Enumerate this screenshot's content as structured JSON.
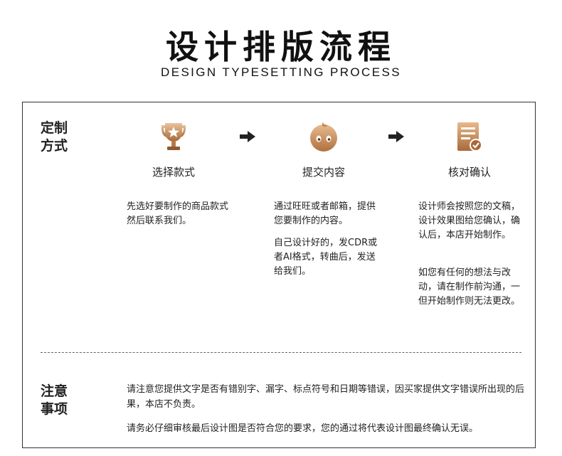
{
  "header": {
    "title": "设计排版流程",
    "subtitle": "DESIGN TYPESETTING PROCESS"
  },
  "custom_method": {
    "label_line1": "定制",
    "label_line2": "方式",
    "steps": [
      {
        "title": "选择款式",
        "icon": "trophy-icon",
        "paragraphs": [
          "先选好要制作的商品款式然后联系我们。"
        ]
      },
      {
        "title": "提交内容",
        "icon": "wangwang-chat-icon",
        "paragraphs": [
          "通过旺旺或者邮箱，提供您要制作的内容。",
          "自己设计好的，发CDR或者AI格式，转曲后，发送给我们。"
        ]
      },
      {
        "title": "核对确认",
        "icon": "clipboard-check-icon",
        "paragraphs": [
          "设计师会按照您的文稿，设计效果图给您确认，确认后，本店开始制作。",
          "如您有任何的想法与改动，请在制作前沟通，一但开始制作则无法更改。"
        ]
      }
    ]
  },
  "notes": {
    "label_line1": "注意",
    "label_line2": "事项",
    "items": [
      "请注意您提供文字是否有错别字、漏字、标点符号和日期等错误，因买家提供文字错误所出现的后果，本店不负责。",
      "请务必仔细审核最后设计图是否符合您的要求，您的通过将代表设计图最终确认无误。"
    ]
  },
  "colors": {
    "icon_gold_light": "#e3b58a",
    "icon_gold_dark": "#a86838",
    "text": "#222222",
    "border": "#333333"
  }
}
